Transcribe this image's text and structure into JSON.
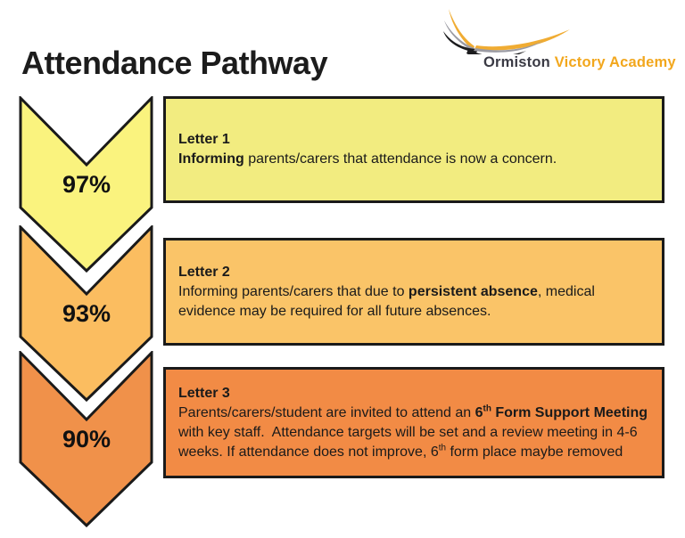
{
  "page": {
    "title": "Attendance Pathway",
    "background_color": "#ffffff"
  },
  "logo": {
    "text_primary": "Ormiston",
    "text_secondary": " Victory Academy",
    "primary_color": "#3a3a44",
    "secondary_color": "#f2a71d",
    "mark_gold": "#f0ac33",
    "mark_gray": "#9b9ba3",
    "mark_black": "#1c1c1e"
  },
  "pathway": {
    "outline_color": "#1a1a1a",
    "steps": [
      {
        "percent": "97%",
        "arrow_color": "#faf37e",
        "box_color": "#f2ec80",
        "title": "Letter 1",
        "body": [
          {
            "text": "Informing",
            "bold": true
          },
          {
            "text": " parents/carers that attendance is now a concern.",
            "bold": false
          }
        ]
      },
      {
        "percent": "93%",
        "arrow_color": "#fbbd60",
        "box_color": "#fac468",
        "title": "Letter 2",
        "body": [
          {
            "text": "Informing parents/carers that due to ",
            "bold": false
          },
          {
            "text": "persistent absence",
            "bold": true
          },
          {
            "text": ", medical evidence may be required for all future absences.",
            "bold": false
          }
        ]
      },
      {
        "percent": "90%",
        "arrow_color": "#f0914a",
        "box_color": "#f28b45",
        "title": "Letter 3",
        "body": [
          {
            "text": "Parents/carers/student are invited to attend an ",
            "bold": false
          },
          {
            "text": "6",
            "bold": true
          },
          {
            "text": "th",
            "bold": true,
            "sup": true
          },
          {
            "text": " Form Support Meeting",
            "bold": true
          },
          {
            "text": " with key staff.  Attendance targets will be set and a review meeting in 4-6 weeks. If attendance does not improve, 6",
            "bold": false
          },
          {
            "text": "th",
            "bold": false,
            "sup": true
          },
          {
            "text": " form place maybe removed",
            "bold": false
          }
        ]
      }
    ]
  }
}
